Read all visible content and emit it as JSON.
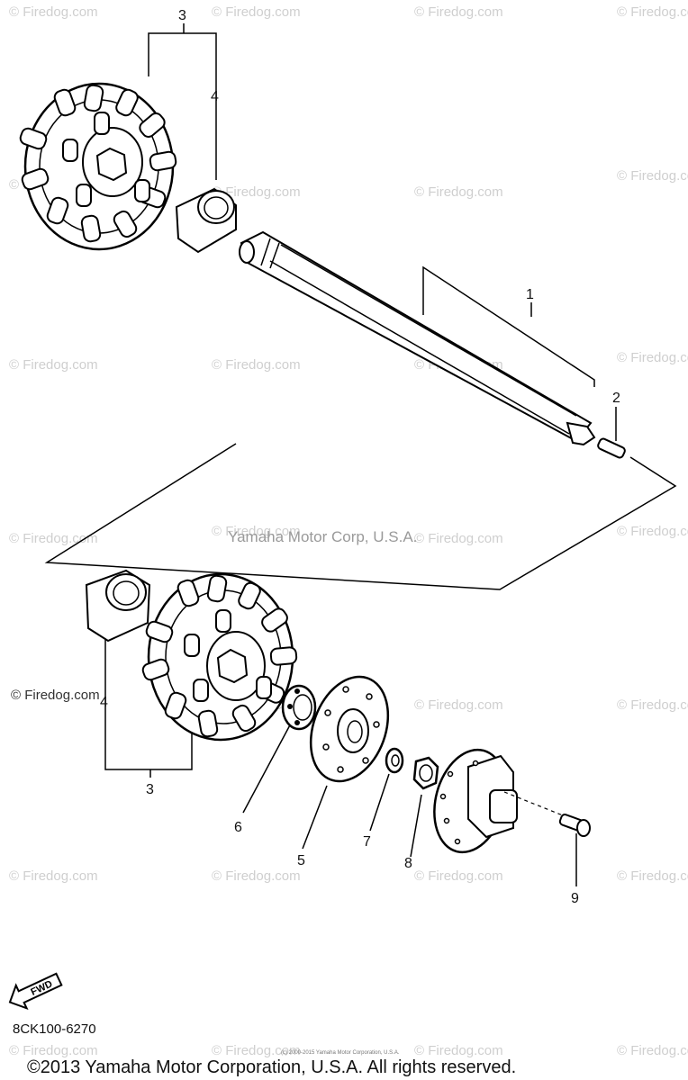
{
  "diagram": {
    "callouts": [
      "1",
      "2",
      "3",
      "4",
      "5",
      "6",
      "7",
      "8",
      "9",
      "3",
      "4"
    ],
    "center_watermark": "Yamaha Motor Corp, U.S.A.",
    "watermark_text": "© Firedog.com",
    "catalog_code": "8CK100-6270",
    "copyright": "©2013 Yamaha Motor Corporation, U.S.A. All rights reserved.",
    "fwd_label": "FWD",
    "fine_print": "(c) 2000-2015 Yamaha Motor Corporation, U.S.A."
  }
}
